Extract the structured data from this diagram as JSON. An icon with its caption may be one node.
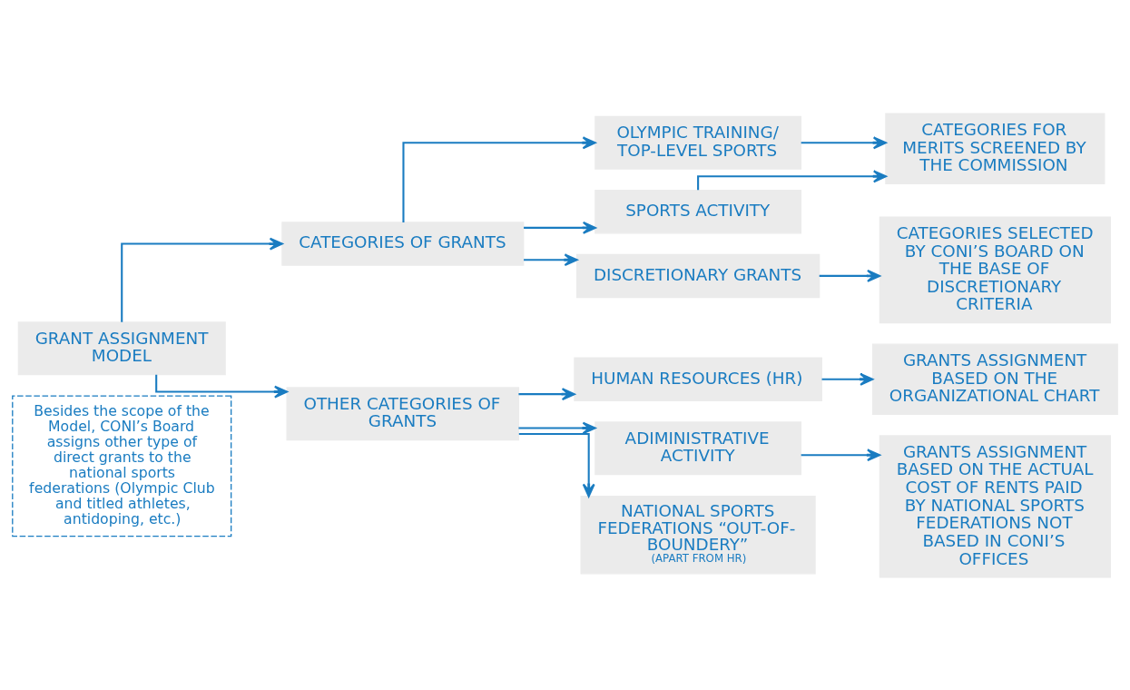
{
  "diagram": {
    "nodes": [
      {
        "text": [
          "GRANT ASSIGNMENT MODEL"
        ]
      },
      {
        "text": [
          "Besides the scope of the Model, CONI’s Board assigns other type of direct grants to the national sports federations (Olympic Club and titled athletes, antidoping, etc.)"
        ]
      },
      {
        "text": [
          "CATEGORIES OF GRANTS"
        ]
      },
      {
        "text": [
          "OTHER CATEGORIES OF GRANTS"
        ]
      },
      {
        "text": [
          "OLYMPIC TRAINING/ TOP-LEVEL SPORTS"
        ]
      },
      {
        "text": [
          "SPORTS ACTIVITY"
        ]
      },
      {
        "text": [
          "DISCRETIONARY GRANTS"
        ]
      },
      {
        "text": [
          "CATEGORIES FOR MERITS SCREENED BY THE COMMISSION"
        ]
      },
      {
        "text": [
          "CATEGORIES SELECTED BY CONI’S BOARD ON THE BASE OF DISCRETIONARY CRITERIA"
        ]
      },
      {
        "text": [
          "HUMAN RESOURCES (HR)"
        ]
      },
      {
        "text": [
          "ADIMINISTRATIVE ACTIVITY"
        ]
      },
      {
        "text": [
          "NATIONAL SPORTS FEDERATIONS “OUT-OF-BOUNDERY”",
          "(APART FROM HR)"
        ]
      },
      {
        "text": [
          "GRANTS ASSIGNMENT BASED ON THE ORGANIZATIONAL CHART"
        ]
      },
      {
        "text": [
          "GRANTS ASSIGNMENT BASED ON THE ACTUAL COST OF RENTS PAID BY NATIONAL SPORTS FEDERATIONS NOT BASED IN CONI’S OFFICES"
        ]
      }
    ],
    "edges": [
      {
        "from": 0,
        "to": 2,
        "arrow": "to"
      },
      {
        "from": 0,
        "to": 3,
        "arrow": "to"
      },
      {
        "from": 2,
        "to": 4,
        "arrow": "to"
      },
      {
        "from": 2,
        "to": 5,
        "arrow": "to"
      },
      {
        "from": 2,
        "to": 6,
        "arrow": "to"
      },
      {
        "from": 4,
        "to": 7,
        "arrow": "to"
      },
      {
        "from": 5,
        "to": 7,
        "arrow": "to"
      },
      {
        "from": 6,
        "to": 8,
        "arrow": "to"
      },
      {
        "from": 3,
        "to": 9,
        "arrow": "to"
      },
      {
        "from": 3,
        "to": 10,
        "arrow": "to"
      },
      {
        "from": 3,
        "to": 11,
        "arrow": "to"
      },
      {
        "from": 9,
        "to": 12,
        "arrow": "to"
      },
      {
        "from": 10,
        "to": 13,
        "arrow": "to"
      }
    ]
  }
}
